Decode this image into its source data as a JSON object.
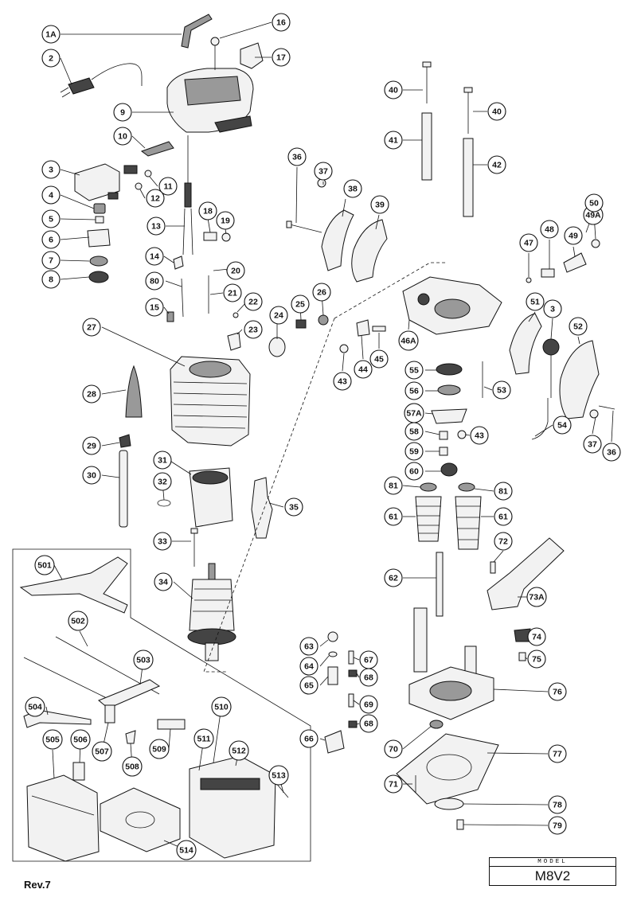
{
  "footer": {
    "revision": "Rev.7"
  },
  "model_box": {
    "heading": "MODEL",
    "name": "M8V2"
  },
  "callouts": [
    "1A",
    "2",
    "9",
    "10",
    "16",
    "17",
    "3",
    "11",
    "12",
    "4",
    "5",
    "6",
    "7",
    "8",
    "13",
    "18",
    "19",
    "14",
    "20",
    "80",
    "21",
    "15",
    "22",
    "23",
    "27",
    "28",
    "24",
    "25",
    "26",
    "29",
    "30",
    "31",
    "32",
    "33",
    "34",
    "35",
    "36",
    "37",
    "38",
    "39",
    "40",
    "41",
    "42",
    "40",
    "47",
    "48",
    "49A",
    "49",
    "50",
    "44",
    "45",
    "46A",
    "43",
    "51",
    "3",
    "52",
    "53",
    "54",
    "55",
    "56",
    "57A",
    "58",
    "59",
    "60",
    "43",
    "81",
    "81",
    "61",
    "61",
    "37",
    "36",
    "72",
    "62",
    "73A",
    "74",
    "75",
    "63",
    "64",
    "65",
    "66",
    "67",
    "68",
    "69",
    "68",
    "76",
    "70",
    "77",
    "71",
    "78",
    "79",
    "501",
    "502",
    "503",
    "504",
    "505",
    "506",
    "507",
    "508",
    "509",
    "510",
    "511",
    "512",
    "513",
    "514"
  ]
}
